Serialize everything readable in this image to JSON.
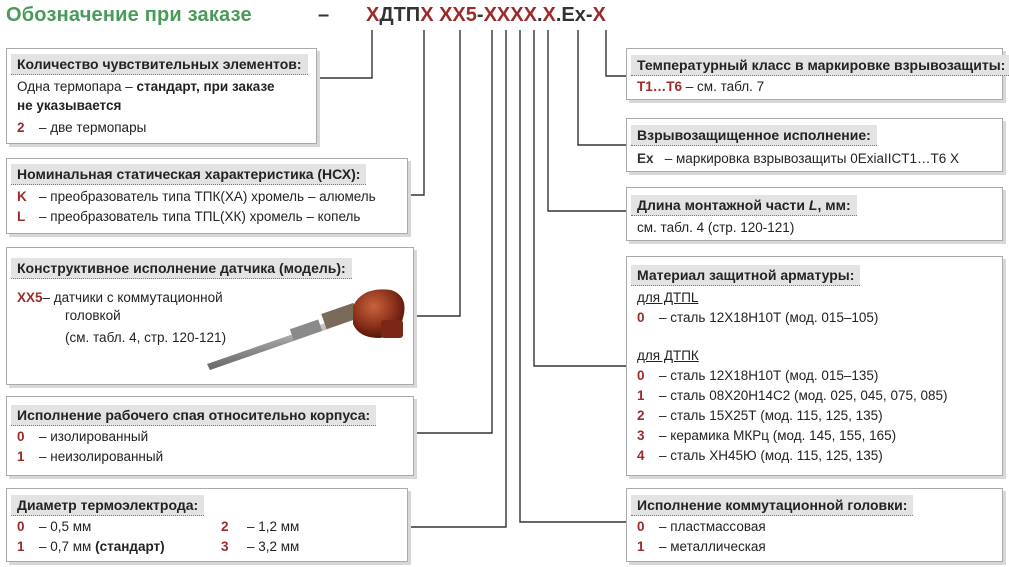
{
  "title": "Обозначение при заказе",
  "dash": "–",
  "code": [
    {
      "t": "Х",
      "c": "red"
    },
    {
      "t": "ДТП",
      "c": "dark"
    },
    {
      "t": "Х",
      "c": "red"
    },
    {
      "t": " ",
      "c": "dark"
    },
    {
      "t": "ХХ5",
      "c": "red"
    },
    {
      "t": "-",
      "c": "dark"
    },
    {
      "t": "ХХХХ",
      "c": "red"
    },
    {
      "t": ".",
      "c": "dark"
    },
    {
      "t": "Х",
      "c": "red"
    },
    {
      "t": ".",
      "c": "dark"
    },
    {
      "t": "Ex",
      "c": "dark"
    },
    {
      "t": "-",
      "c": "dark"
    },
    {
      "t": "Х",
      "c": "red"
    }
  ],
  "left": {
    "count": {
      "header": "Количество чувствительных элементов:",
      "line1": "Одна термопара –",
      "line1b": "стандарт, при заказе",
      "line2": "не указывается",
      "opt2_key": "2",
      "opt2_text": "– две термопары"
    },
    "nsh": {
      "header": "Номинальная статическая характеристика (НСХ):",
      "k_key": "K",
      "k_text": "– преобразователь типа ТПК(ХА) хромель – алюмель",
      "l_key": "L",
      "l_text": "– преобразователь типа ТПL(ХК) хромель – копель"
    },
    "model": {
      "header": "Конструктивное исполнение датчика (модель):",
      "key": "ХХ5",
      "text1": "– датчики с коммутационной",
      "text2": "головкой",
      "text3": "(см. табл. 4, стр. 120-121)"
    },
    "junction": {
      "header": "Исполнение рабочего спая относительно корпуса:",
      "o0_key": "0",
      "o0_text": "– изолированный",
      "o1_key": "1",
      "o1_text": "– неизолированный"
    },
    "diameter": {
      "header": "Диаметр термоэлектрода:",
      "d0_key": "0",
      "d0_text": "– 0,5 мм",
      "d1_key": "1",
      "d1_text": "– 0,7 мм",
      "d1_bold": "(стандарт)",
      "d2_key": "2",
      "d2_text": "– 1,2 мм",
      "d3_key": "3",
      "d3_text": "– 3,2 мм"
    }
  },
  "right": {
    "temp": {
      "header": "Температурный класс в маркировке взрывозащиты:",
      "key": "Т1…Т6",
      "text": "– см. табл. 7"
    },
    "ex": {
      "header": "Взрывозащищенное исполнение:",
      "key": "Ex",
      "text": "– маркировка взрывозащиты 0ExiaIICT1…T6 X"
    },
    "length": {
      "header_pre": "Длина монтажной части ",
      "header_var": "L",
      "header_post": ", мм:",
      "text": "см. табл. 4 (стр. 120-121)"
    },
    "material": {
      "header": "Материал защитной арматуры:",
      "sub1": "для ДТПL",
      "sub1_items": [
        {
          "k": "0",
          "t": "–  сталь 12Х18Н10Т (мод. 015–105)"
        }
      ],
      "sub2": "для ДТПК",
      "sub2_items": [
        {
          "k": "0",
          "t": "–  сталь 12Х18Н10Т (мод. 015–135)"
        },
        {
          "k": "1",
          "t": "–  сталь 08Х20Н14С2 (мод. 025, 045, 075, 085)"
        },
        {
          "k": "2",
          "t": "–  сталь 15Х25Т (мод. 115, 125, 135)"
        },
        {
          "k": "3",
          "t": "–  керамика МКРц (мод. 145, 155, 165)"
        },
        {
          "k": "4",
          "t": "–  сталь ХН45Ю (мод. 115, 125, 135)"
        }
      ]
    },
    "head": {
      "header": "Исполнение коммутационной головки:",
      "o0_key": "0",
      "o0_text": "–  пластмассовая",
      "o1_key": "1",
      "o1_text": "–  металлическая"
    }
  },
  "colors": {
    "title": "#4a9a5a",
    "key": "#9b2a2a",
    "header_bg": "#e3e3e3"
  },
  "image": {
    "name": "thermocouple-sensor-image"
  }
}
